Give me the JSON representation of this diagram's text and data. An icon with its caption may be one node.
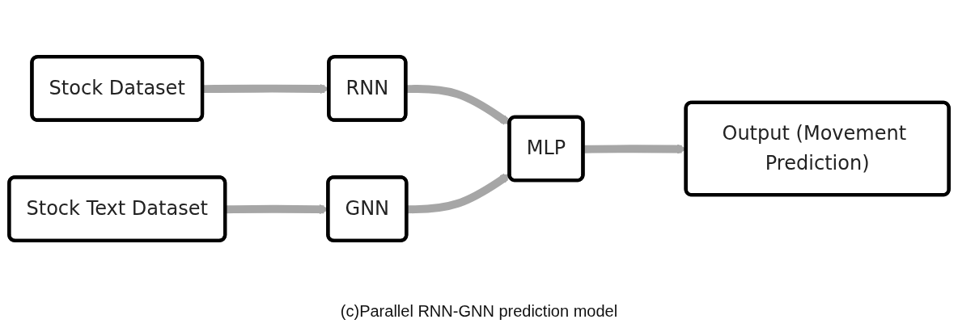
{
  "diagram": {
    "caption": "(c)Parallel RNN-GNN prediction model",
    "nodes": [
      {
        "text": [
          "Stock Dataset"
        ]
      },
      {
        "text": [
          "RNN"
        ]
      },
      {
        "text": [
          "Stock Text Dataset"
        ]
      },
      {
        "text": [
          "GNN"
        ]
      },
      {
        "text": [
          "MLP"
        ]
      },
      {
        "text": [
          "Output (Movement Prediction)"
        ]
      }
    ],
    "edges": [
      {
        "from": 0,
        "to": 1,
        "arrow": "to"
      },
      {
        "from": 2,
        "to": 3,
        "arrow": "to"
      },
      {
        "from": 1,
        "to": 4,
        "arrow": "to"
      },
      {
        "from": 3,
        "to": 4,
        "arrow": "to"
      },
      {
        "from": 4,
        "to": 5,
        "arrow": "to"
      }
    ]
  }
}
